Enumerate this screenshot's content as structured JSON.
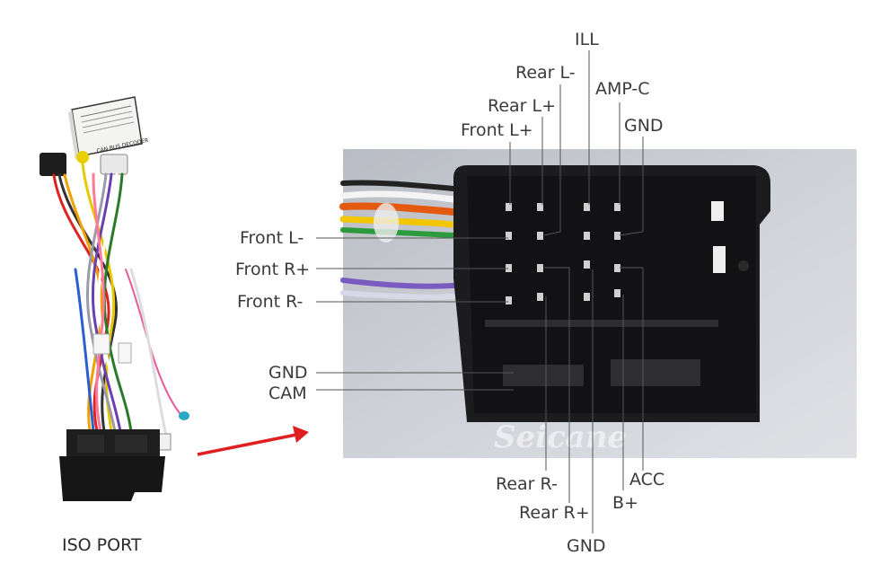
{
  "left_caption": "ISO PORT",
  "watermark": "Seicane",
  "decoder_label": "CAN BUS DECODER",
  "pins": {
    "ill": "ILL",
    "rear_l_minus": "Rear L-",
    "amp_c": "AMP-C",
    "rear_l_plus": "Rear L+",
    "gnd_top": "GND",
    "front_l_plus": "Front L+",
    "front_l_minus": "Front L-",
    "front_r_plus": "Front R+",
    "front_r_minus": "Front R-",
    "gnd_left": "GND",
    "cam": "CAM",
    "acc": "ACC",
    "rear_r_minus": "Rear R-",
    "b_plus": "B+",
    "rear_r_plus": "Rear R+",
    "gnd_bottom": "GND"
  },
  "colors": {
    "arrow": "#e02020",
    "leader": "#555555",
    "connector": "#1c1c1e"
  }
}
